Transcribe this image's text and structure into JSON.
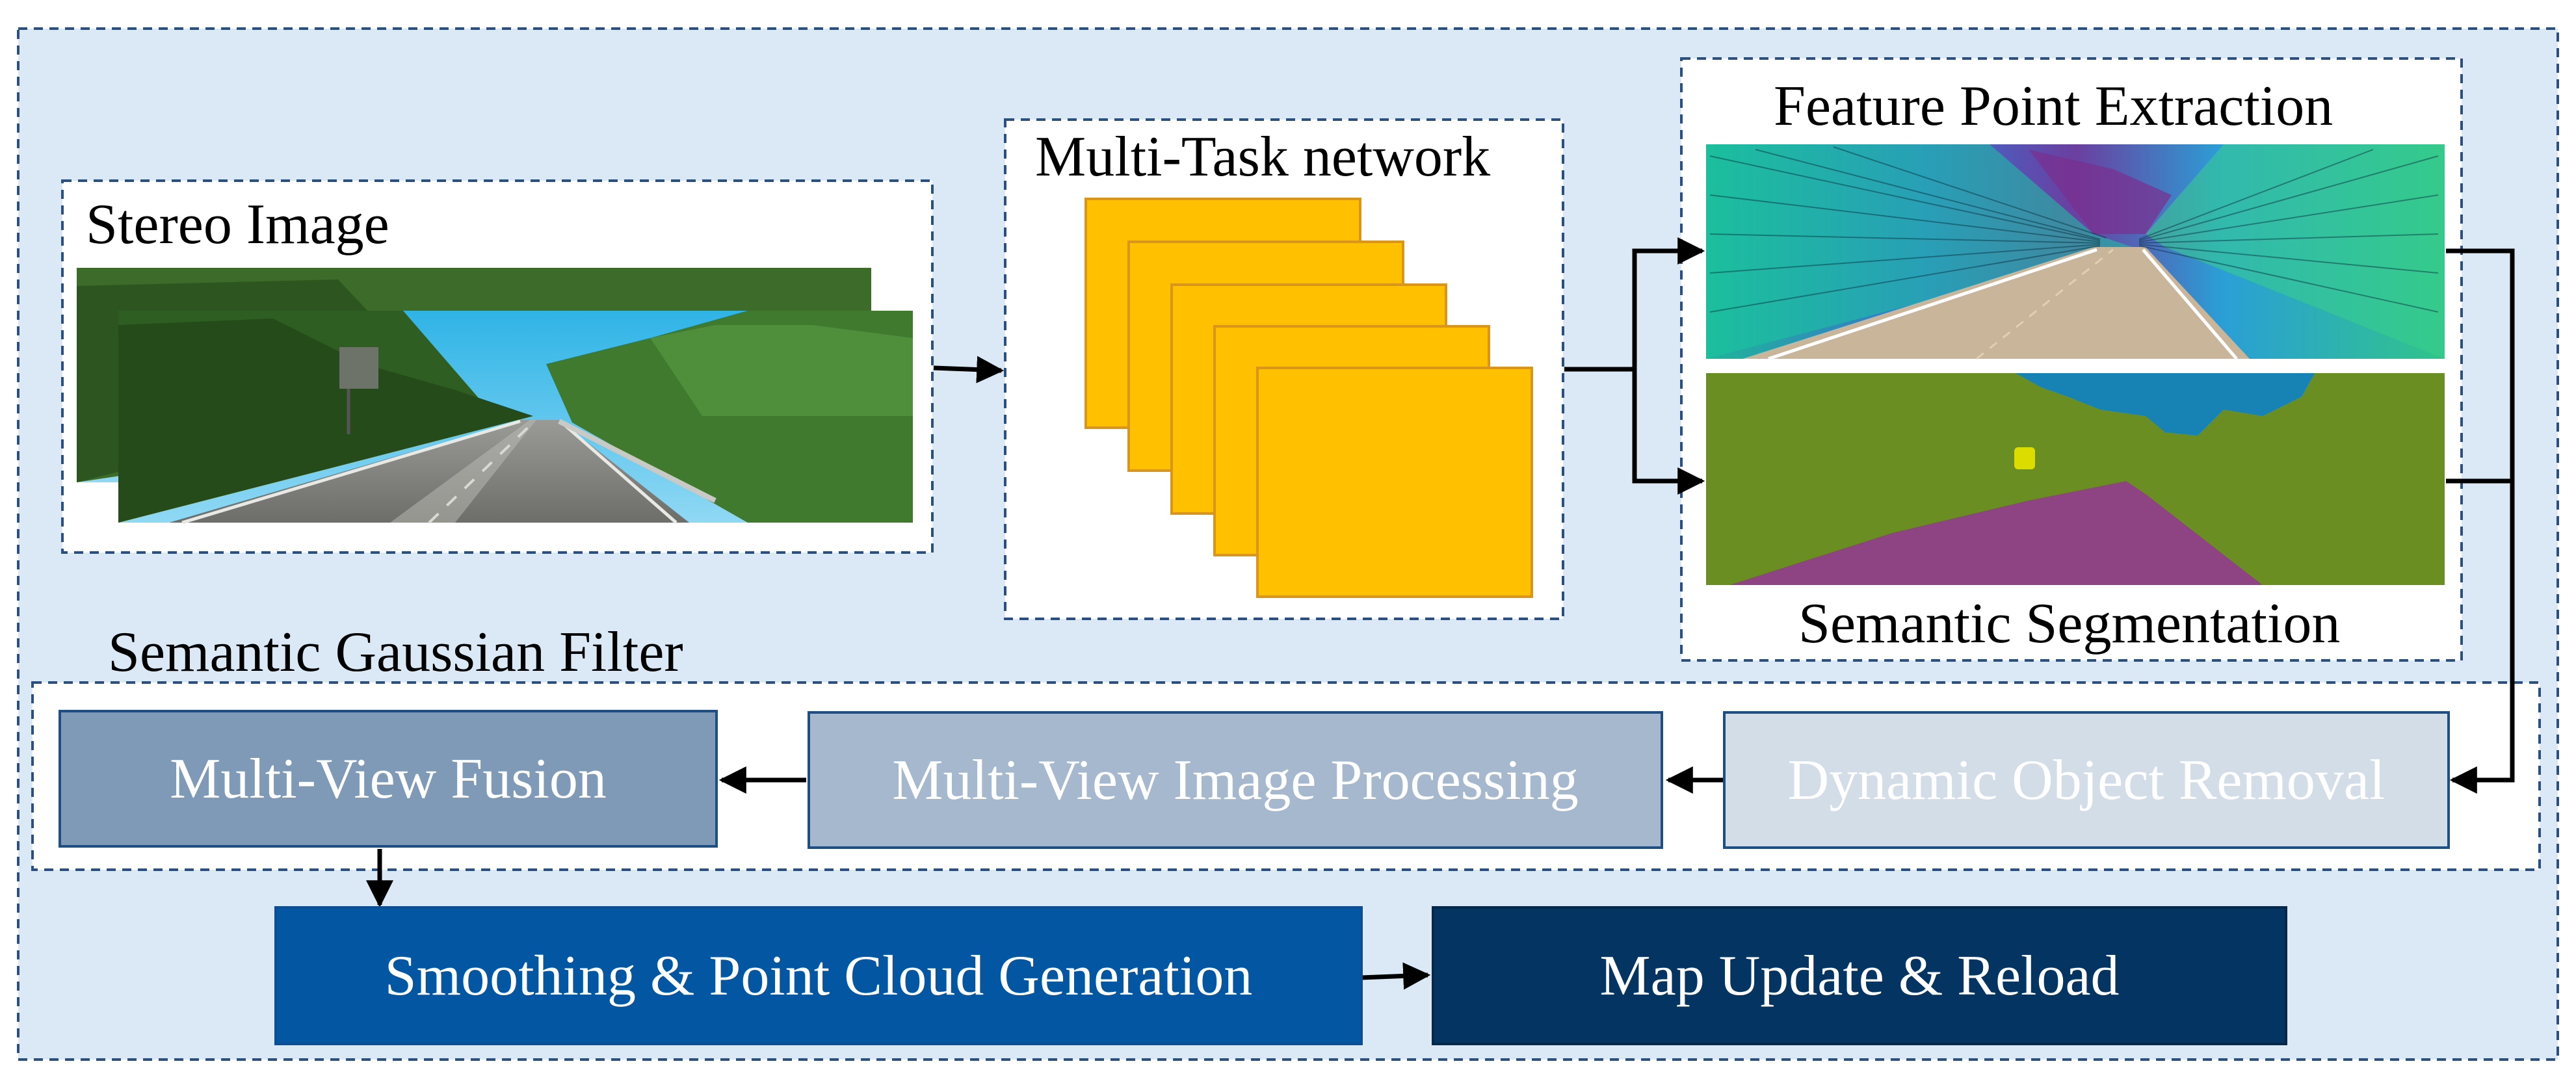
{
  "diagram": {
    "stereo_image": {
      "title": "Stereo Image"
    },
    "multi_task": {
      "title": "Multi-Task network"
    },
    "feature": {
      "title": "Feature Point Extraction"
    },
    "segmentation": {
      "title": "Semantic Segmentation"
    },
    "filter_group": {
      "title": "Semantic Gaussian Filter"
    },
    "steps": {
      "fusion": "Multi-View Fusion",
      "processing": "Multi-View Image Processing",
      "removal": "Dynamic Object Removal",
      "smoothing": "Smoothing & Point Cloud Generation",
      "map_update": "Map Update & Reload"
    },
    "colors": {
      "background": "#dbe9f6",
      "dashed_border": "#2b4f7e",
      "feature_map": "#ffc000",
      "feature_map_border": "#d9951c",
      "fusion": "#7f9ab7",
      "processing": "#a6b8cd",
      "removal": "#d3dde8",
      "smoothing": "#0357a2",
      "map_update": "#043562",
      "seg_vegetation": "#6b8e23",
      "seg_road": "#8e4383",
      "seg_sky": "#1683b4",
      "seg_object": "#dcdc00"
    }
  }
}
